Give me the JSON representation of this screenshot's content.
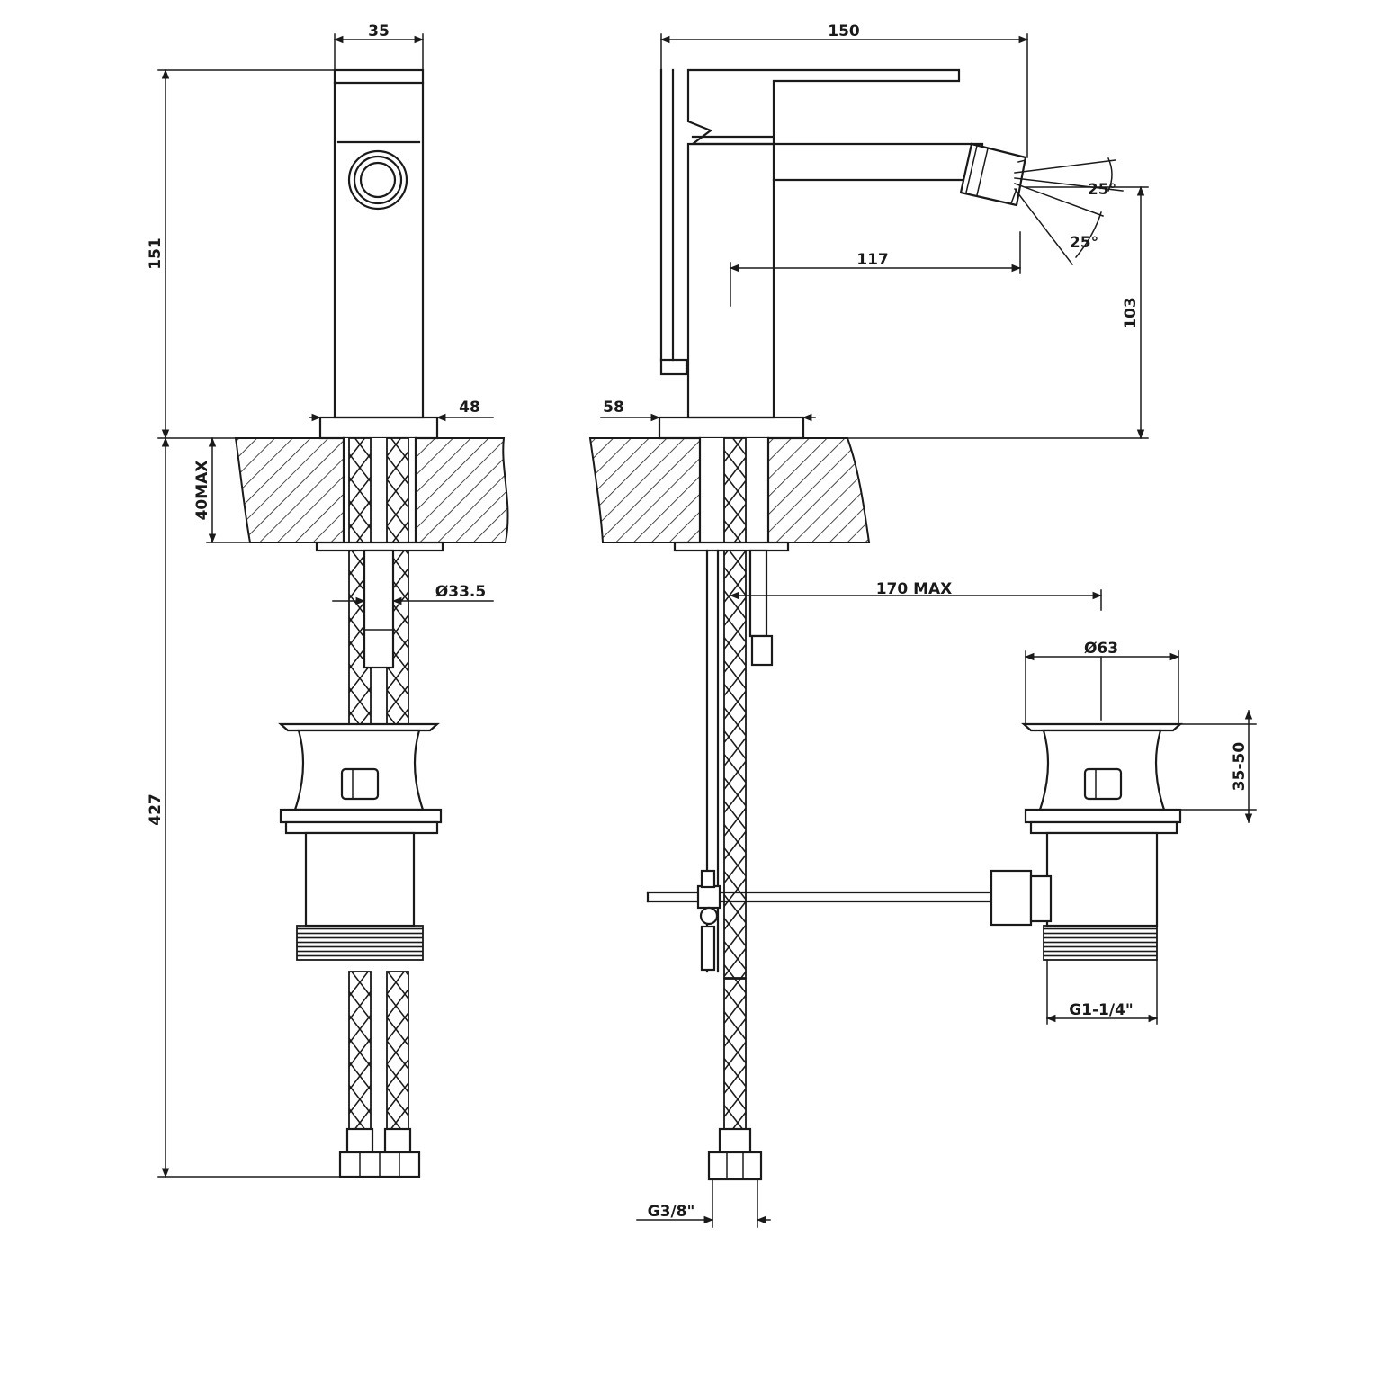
{
  "drawing": {
    "front_view": {
      "width_top": "35",
      "height_body": "151",
      "base_width": "48",
      "deck_thickness": "40MAX",
      "shank_diameter": "Ø33.5",
      "overall_height": "427"
    },
    "side_view": {
      "length": "150",
      "spout_reach": "117",
      "spout_height": "103",
      "base_depth": "58",
      "spray_angle_upper": "25°",
      "spray_angle_lower": "25°",
      "hose_connection": "G3/8\"",
      "rod_reach": "170  MAX",
      "waste_diameter": "Ø63",
      "waste_adjust": "35-50",
      "waste_thread": "G1-1/4\""
    }
  }
}
